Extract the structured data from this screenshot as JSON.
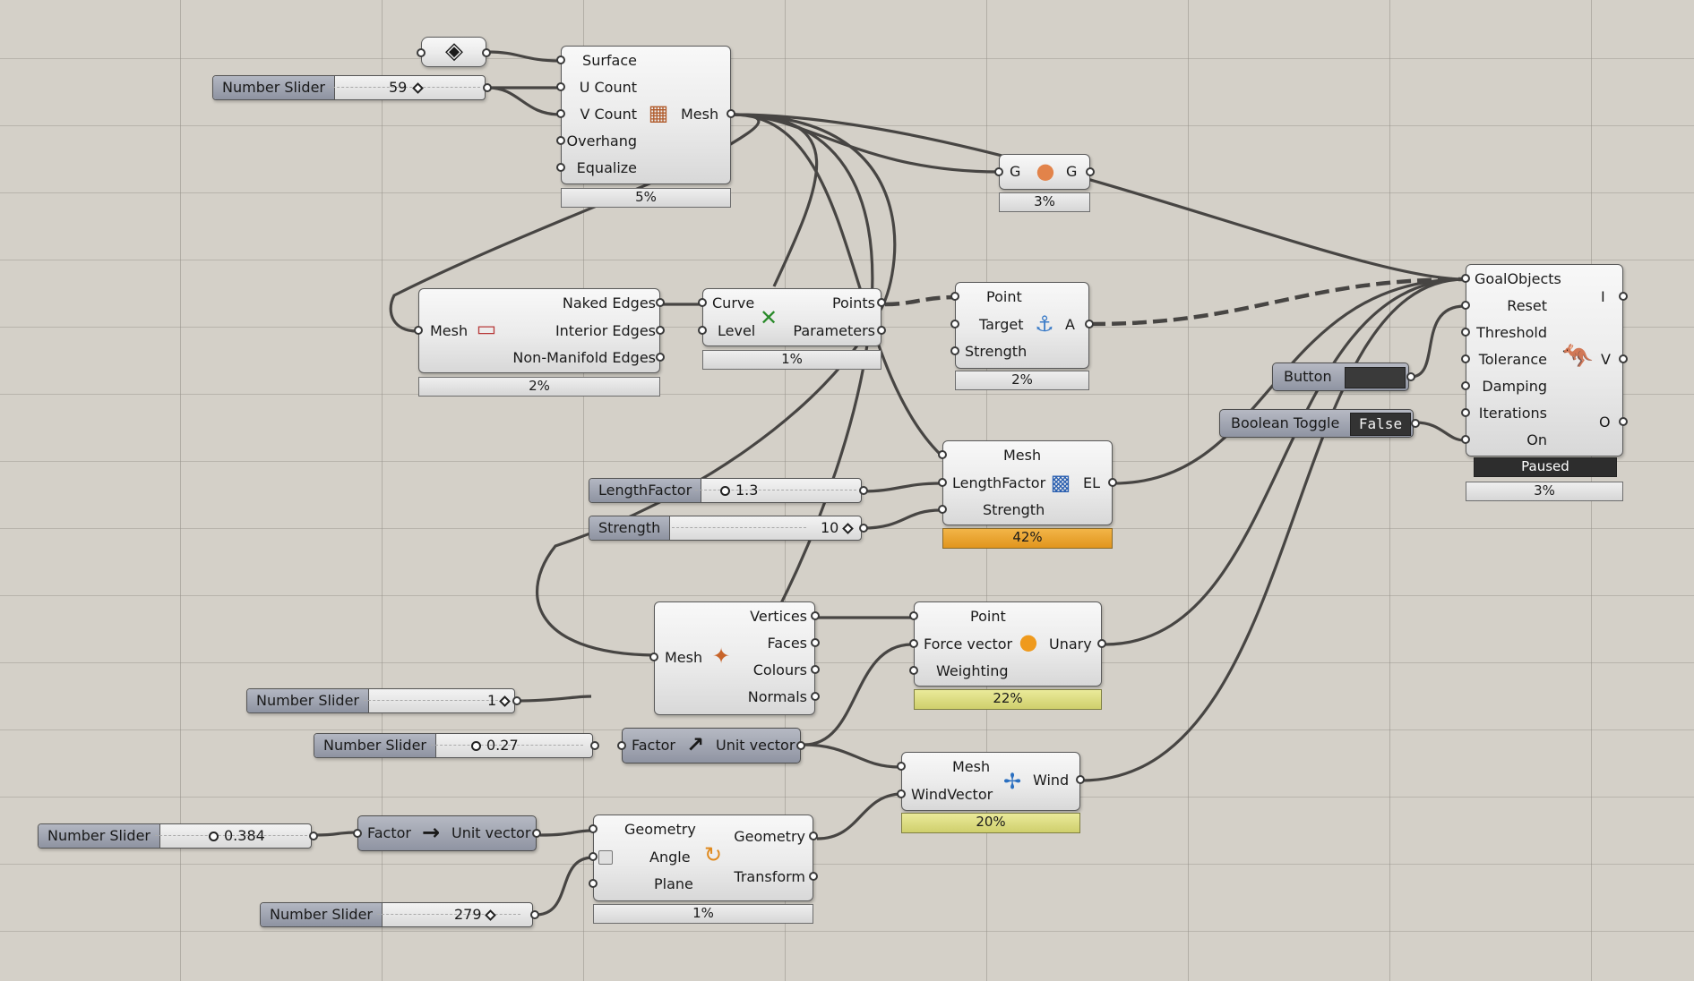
{
  "colors": {
    "canvas": "#d4d0c8",
    "component": "#ececec",
    "wire": "#474543",
    "profiler_warn": "#e8a530",
    "profiler_mid": "#dede86"
  },
  "brep_param": {
    "icon": "brep-param-icon"
  },
  "slider_ucount": {
    "name": "Number Slider",
    "value": "59"
  },
  "surface_mesh": {
    "inputs": [
      "Surface",
      "U Count",
      "V Count",
      "Overhang",
      "Equalize"
    ],
    "output": "Mesh",
    "icon": "mesh-surface-icon",
    "profiler": "5%"
  },
  "goal_geo": {
    "input": "G",
    "output": "G",
    "icon": "balloon-goal-icon",
    "profiler": "3%"
  },
  "mesh_edges": {
    "input": "Mesh",
    "outputs": [
      "Naked Edges",
      "Interior Edges",
      "Non-Manifold Edges"
    ],
    "icon": "mesh-edges-icon",
    "profiler": "2%"
  },
  "discontinuity": {
    "inputs": [
      "Curve",
      "Level"
    ],
    "outputs": [
      "Points",
      "Parameters"
    ],
    "icon": "discontinuity-icon",
    "profiler": "1%"
  },
  "anchor": {
    "inputs": [
      "Point",
      "Target",
      "Strength"
    ],
    "output": "A",
    "icon": "anchor-icon",
    "profiler": "2%"
  },
  "kangaroo": {
    "inputs": [
      "GoalObjects",
      "Reset",
      "Threshold",
      "Tolerance",
      "Damping",
      "Iterations",
      "On"
    ],
    "outputs": [
      "I",
      "V",
      "O"
    ],
    "icon": "kangaroo-solver-icon",
    "status": "Paused",
    "profiler": "3%"
  },
  "button": {
    "name": "Button"
  },
  "boolean_toggle": {
    "name": "Boolean Toggle",
    "value": "False"
  },
  "edge_lengths": {
    "inputs": [
      "Mesh",
      "LengthFactor",
      "Strength"
    ],
    "output": "EL",
    "icon": "edge-lengths-icon",
    "profiler": "42%"
  },
  "slider_lengthfactor": {
    "name": "LengthFactor",
    "value": "1.3"
  },
  "slider_strength": {
    "name": "Strength",
    "value": "10"
  },
  "deconstruct_mesh": {
    "input": "Mesh",
    "outputs": [
      "Vertices",
      "Faces",
      "Colours",
      "Normals"
    ],
    "icon": "deconstruct-mesh-icon"
  },
  "unary": {
    "inputs": [
      "Point",
      "Force vector",
      "Weighting"
    ],
    "output": "Unary",
    "icon": "unary-force-icon",
    "profiler": "22%"
  },
  "slider_1": {
    "name": "Number Slider",
    "value": "1"
  },
  "slider_027": {
    "name": "Number Slider",
    "value": "0.27"
  },
  "unit_z": {
    "input": "Factor",
    "output": "Unit vector",
    "icon": "unit-z-icon"
  },
  "wind": {
    "inputs": [
      "Mesh",
      "WindVector"
    ],
    "output": "Wind",
    "icon": "wind-icon",
    "profiler": "20%"
  },
  "slider_0384": {
    "name": "Number Slider",
    "value": "0.384"
  },
  "unit_x": {
    "input": "Factor",
    "output": "Unit vector",
    "icon": "unit-x-icon"
  },
  "rotate": {
    "inputs": [
      "Geometry",
      "Angle",
      "Plane"
    ],
    "outputs": [
      "Geometry",
      "Transform"
    ],
    "icon": "rotate-icon",
    "profiler": "1%"
  },
  "slider_279": {
    "name": "Number Slider",
    "value": "279"
  }
}
